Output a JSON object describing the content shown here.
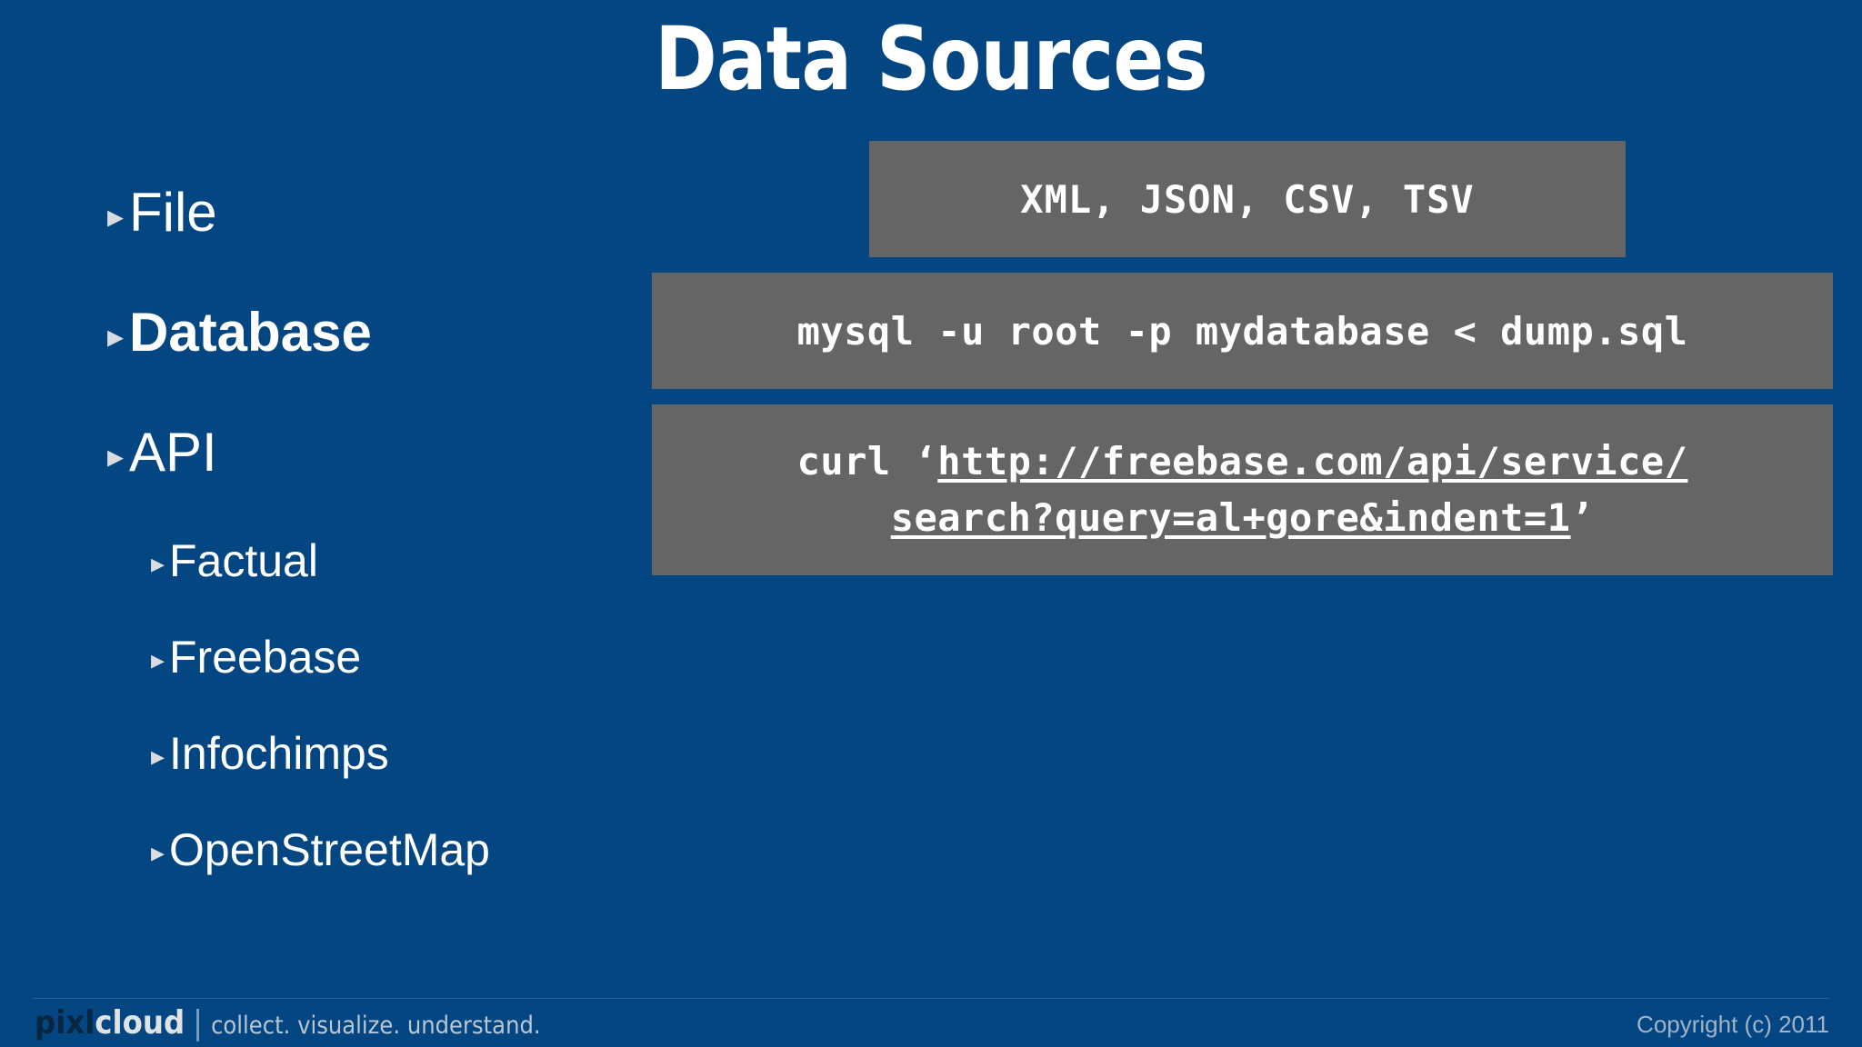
{
  "slide": {
    "title": "Data Sources",
    "background_color": "#044682",
    "code_box_color": "#656565"
  },
  "bullets": [
    {
      "label": "File",
      "level": 1,
      "bold": false,
      "marker": "▸"
    },
    {
      "label": "Database",
      "level": 1,
      "bold": true,
      "marker": "▸"
    },
    {
      "label": "API",
      "level": 1,
      "bold": false,
      "marker": "▸"
    },
    {
      "label": "Factual",
      "level": 2,
      "bold": false,
      "marker": "▸"
    },
    {
      "label": "Freebase",
      "level": 2,
      "bold": false,
      "marker": "▸"
    },
    {
      "label": "Infochimps",
      "level": 2,
      "bold": false,
      "marker": "▸"
    },
    {
      "label": "OpenStreetMap",
      "level": 2,
      "bold": false,
      "marker": "▸"
    }
  ],
  "code_boxes": {
    "file_formats": {
      "text": "XML, JSON, CSV, TSV"
    },
    "database_command": {
      "text": "mysql -u root -p mydatabase < dump.sql"
    },
    "api_command": {
      "line1_prefix": "curl ‘",
      "line1_url": "http://freebase.com/api/service/",
      "line2_url": "search?query=al+gore&indent=1",
      "line2_suffix": "’"
    }
  },
  "footer": {
    "brand_dark": "pixl",
    "brand_light": "cloud",
    "separator": "|",
    "tagline": "collect. visualize. understand.",
    "copyright": "Copyright (c) 2011"
  }
}
